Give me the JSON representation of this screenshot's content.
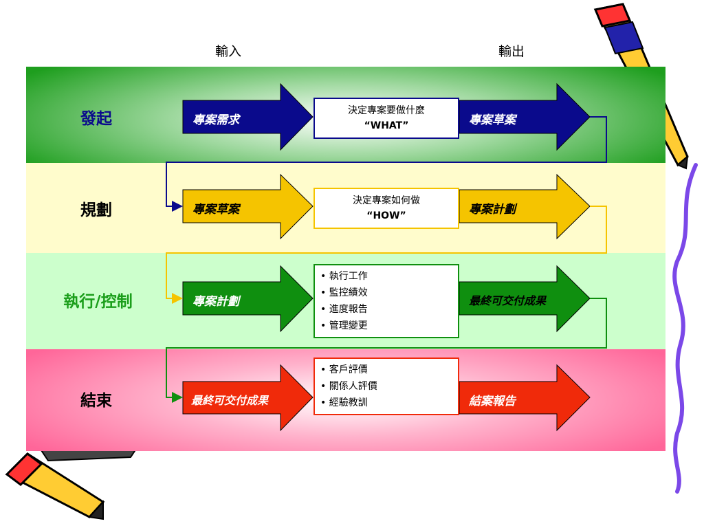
{
  "header": {
    "input_label": "輸入",
    "output_label": "輸出"
  },
  "phases": [
    {
      "label": "發起",
      "input": "專案需求",
      "process_title": "決定專案要做什麼",
      "process_sub": "“WHAT”",
      "output": "專案草案"
    },
    {
      "label": "規劃",
      "input": "專案草案",
      "process_title": "決定專案如何做",
      "process_sub": "“HOW”",
      "output": "專案計劃"
    },
    {
      "label": "執行/控制",
      "input": "專案計劃",
      "process_items": [
        "執行工作",
        "監控績效",
        "進度報告",
        "管理變更"
      ],
      "output": "最終可交付成果"
    },
    {
      "label": "結束",
      "input": "最終可交付成果",
      "process_items": [
        "客戶評價",
        "關係人評價",
        "經驗教訓"
      ],
      "output": "結案報告"
    }
  ],
  "colors": {
    "initiate": "#1e9e1e",
    "plan": "#fffccc",
    "execute": "#ccffcc",
    "close": "#ff6699",
    "navy": "#0a0a8c",
    "gold": "#f5c400",
    "green": "#0f8f0f",
    "red": "#f02a0a"
  }
}
